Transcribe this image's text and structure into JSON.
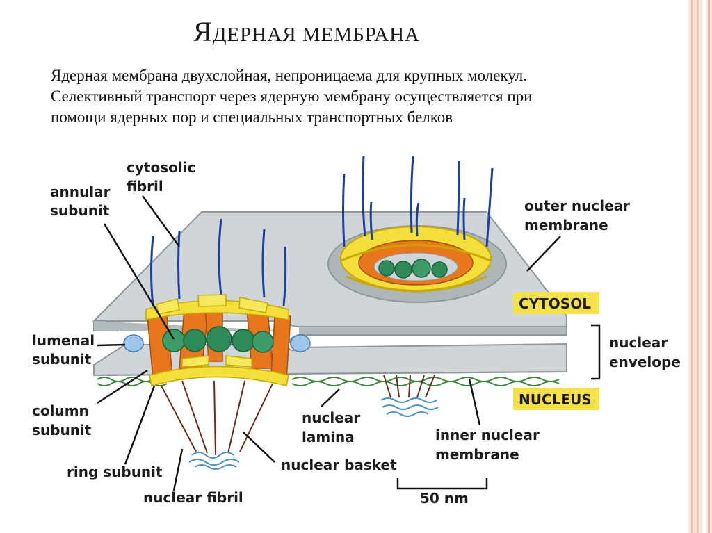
{
  "slide": {
    "title_first_letter": "Я",
    "title_rest": "ДЕРНАЯ МЕМБРАНА",
    "paragraph_line1": "Ядерная мембрана двухслойная, непроницаема для крупных молекул.",
    "paragraph_line2": "Селективный транспорт через ядерную мембрану осуществляется при",
    "paragraph_line3": "помощи ядерных пор и специальных транспортных белков"
  },
  "diagram": {
    "labels": {
      "cytosolic_fibril_1": "cytosolic",
      "cytosolic_fibril_2": "fibril",
      "annular_subunit_1": "annular",
      "annular_subunit_2": "subunit",
      "outer_nuclear_membrane_1": "outer nuclear",
      "outer_nuclear_membrane_2": "membrane",
      "cytosol": "CYTOSOL",
      "lumenal_subunit_1": "lumenal",
      "lumenal_subunit_2": "subunit",
      "nuclear_envelope_1": "nuclear",
      "nuclear_envelope_2": "envelope",
      "nucleus": "NUCLEUS",
      "column_subunit_1": "column",
      "column_subunit_2": "subunit",
      "nuclear_lamina_1": "nuclear",
      "nuclear_lamina_2": "lamina",
      "inner_nuclear_membrane_1": "inner nuclear",
      "inner_nuclear_membrane_2": "membrane",
      "ring_subunit": "ring subunit",
      "nuclear_basket": "nuclear basket",
      "nuclear_fibril": "nuclear fibril",
      "scale_bar": "50 nm"
    },
    "colors": {
      "membrane": "#c9cfd3",
      "membrane_edge": "#8e979c",
      "ring": "#f3df3a",
      "ring_edge": "#c9a800",
      "column": "#e8761c",
      "bead": "#2f8a59",
      "fibril": "#1e3f9c",
      "lumenal": "#9cc6ea",
      "highlight_box": "#f3e04a",
      "lamina": "#3b8a3b",
      "basket": "#6a2c1c"
    }
  }
}
